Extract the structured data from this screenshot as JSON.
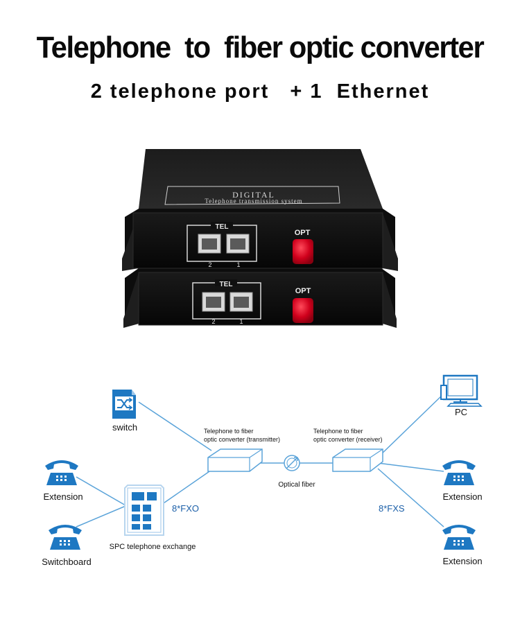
{
  "header": {
    "title": "Telephone  to  fiber optic converter",
    "subtitle": "2 telephone port   + 1  Ethernet"
  },
  "product": {
    "top_brand": "DIGITAL",
    "top_desc": "Telephone transmission  system",
    "tel_label": "TEL",
    "opt_label": "OPT",
    "port_2": "2",
    "port_1": "1"
  },
  "diagram": {
    "switch": "switch",
    "pc": "PC",
    "transmitter_line1": "Telephone to fiber",
    "transmitter_line2": "optic converter (transmitter)",
    "receiver_line1": "Telephone to fiber",
    "receiver_line2": "optic converter (receiver)",
    "optical_fiber": "Optical fiber",
    "extension_left": "Extension",
    "switchboard": "Switchboard",
    "fxo": "8*FXO",
    "fxs": "8*FXS",
    "spc": "SPC telephone exchange",
    "extension_right_1": "Extension",
    "extension_right_2": "Extension"
  },
  "colors": {
    "link_blue": "#5aa3d9",
    "icon_blue": "#1e78c2",
    "fxo_blue": "#1b5fa8",
    "device_red": "#c8001a",
    "device_black": "#121212"
  }
}
